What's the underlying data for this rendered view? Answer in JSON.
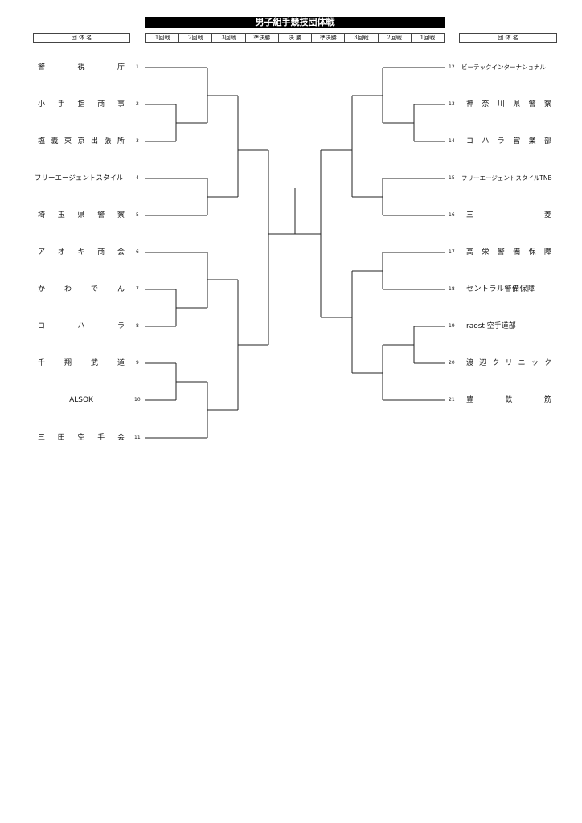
{
  "title": "男子組手競技団体戦",
  "header": {
    "left_label": "団 体 名",
    "right_label": "団 体 名",
    "rounds": [
      "1回戦",
      "2回戦",
      "3回戦",
      "準決勝",
      "決 勝",
      "準決勝",
      "3回戦",
      "2回戦",
      "1回戦"
    ]
  },
  "left_teams": [
    {
      "seed": "1",
      "name": "警　視　庁"
    },
    {
      "seed": "2",
      "name": "小手指商事"
    },
    {
      "seed": "3",
      "name": "塩義東京出張所"
    },
    {
      "seed": "4",
      "name": "フリーエージェントスタイル"
    },
    {
      "seed": "5",
      "name": "埼玉県警察"
    },
    {
      "seed": "6",
      "name": "アオキ商会"
    },
    {
      "seed": "7",
      "name": "かわでん"
    },
    {
      "seed": "8",
      "name": "コ　ハ　ラ"
    },
    {
      "seed": "9",
      "name": "千翔武道"
    },
    {
      "seed": "10",
      "name": "ALSOK"
    },
    {
      "seed": "11",
      "name": "三田空手会"
    }
  ],
  "right_teams": [
    {
      "seed": "12",
      "name": "ビーテックインターナショナル"
    },
    {
      "seed": "13",
      "name": "神奈川県警察"
    },
    {
      "seed": "14",
      "name": "コハラ営業部"
    },
    {
      "seed": "15",
      "name": "フリーエージェントスタイルTNB"
    },
    {
      "seed": "16",
      "name": "三　菱"
    },
    {
      "seed": "17",
      "name": "高栄警備保障"
    },
    {
      "seed": "18",
      "name": "セントラル警備保障"
    },
    {
      "seed": "19",
      "name": "raost 空手道部"
    },
    {
      "seed": "20",
      "name": "渡辺クリニック"
    },
    {
      "seed": "21",
      "name": "豊　鉄　筋"
    }
  ]
}
